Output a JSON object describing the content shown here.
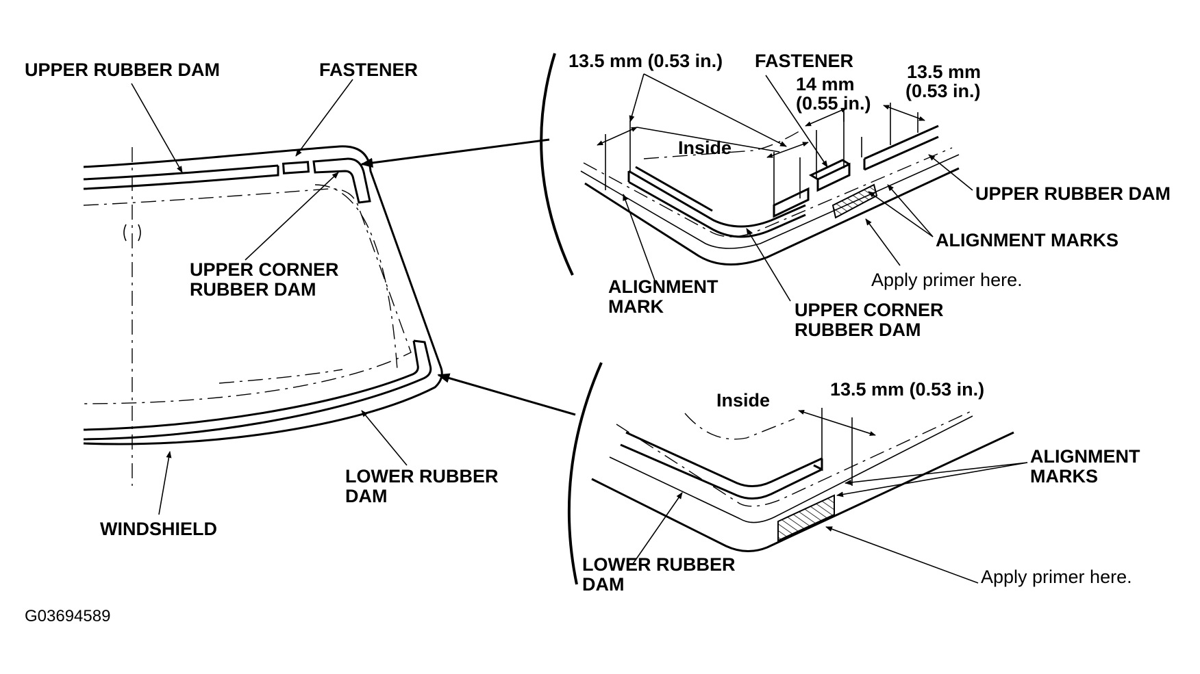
{
  "figure_id": "G03694589",
  "left_view": {
    "upper_rubber_dam": "UPPER RUBBER DAM",
    "fastener": "FASTENER",
    "upper_corner_rubber_dam": [
      "UPPER CORNER",
      "RUBBER DAM"
    ],
    "lower_rubber_dam": [
      "LOWER RUBBER",
      "DAM"
    ],
    "windshield": "WINDSHIELD"
  },
  "upper_detail": {
    "dim_left": "13.5 mm (0.53 in.)",
    "fastener": "FASTENER",
    "dim_fastener": [
      "14 mm",
      "(0.55 in.)"
    ],
    "dim_right": [
      "13.5 mm",
      "(0.53 in.)"
    ],
    "inside": "Inside",
    "upper_rubber_dam": "UPPER RUBBER DAM",
    "alignment_marks": "ALIGNMENT MARKS",
    "apply_primer": "Apply primer here.",
    "alignment_mark": [
      "ALIGNMENT",
      "MARK"
    ],
    "upper_corner_rubber_dam": [
      "UPPER CORNER",
      "RUBBER DAM"
    ]
  },
  "lower_detail": {
    "inside": "Inside",
    "dim": "13.5 mm (0.53 in.)",
    "alignment_marks": [
      "ALIGNMENT",
      "MARKS"
    ],
    "lower_rubber_dam": [
      "LOWER RUBBER",
      "DAM"
    ],
    "apply_primer": "Apply primer here."
  }
}
